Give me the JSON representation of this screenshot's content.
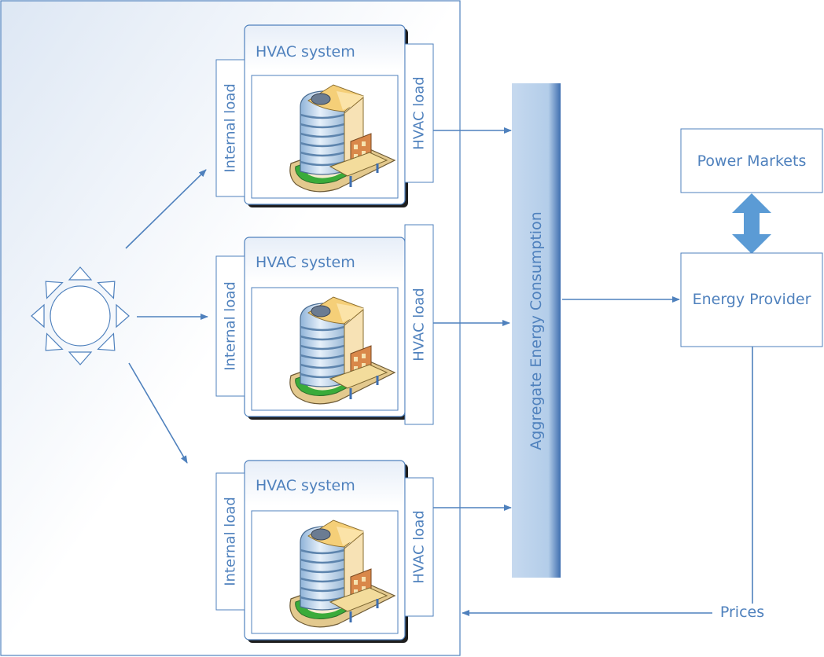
{
  "buildings": [
    {
      "title": "HVAC system",
      "internal_load": "Internal load",
      "hvac_load": "HVAC load"
    },
    {
      "title": "HVAC system",
      "internal_load": "Internal load",
      "hvac_load": "HVAC load"
    },
    {
      "title": "HVAC system",
      "internal_load": "Internal load",
      "hvac_load": "HVAC load"
    }
  ],
  "aggregate": {
    "label": "Aggregate Energy Consumption"
  },
  "power_markets": {
    "label": "Power Markets"
  },
  "energy_provider": {
    "label": "Energy Provider"
  },
  "prices": {
    "label": "Prices"
  },
  "colors": {
    "accent": "#4f81bd",
    "bar_light": "#c6d9ef",
    "bar_dark": "#4f81bd",
    "double_arrow": "#5b9bd5",
    "building_roof": "#f3c25b",
    "building_glass": "#b9d3ea",
    "building_grass": "#3aab3a"
  },
  "icons": {
    "sun": "sun-icon",
    "building": "office-building-icon"
  }
}
